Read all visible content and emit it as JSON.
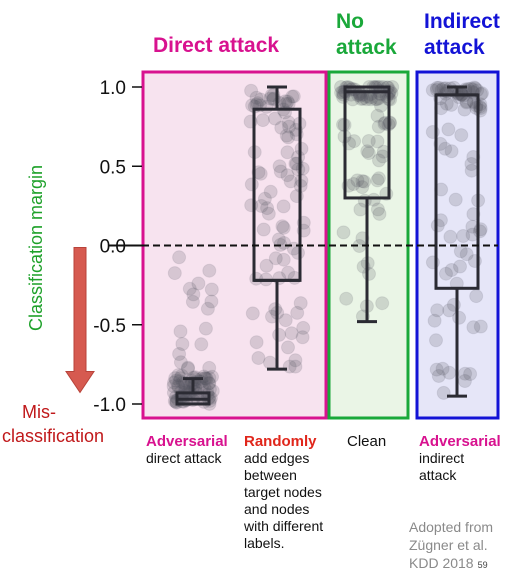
{
  "chart_data": {
    "type": "box",
    "title": "",
    "ylabel": "Classification margin",
    "ylim": [
      -1.1,
      1.1
    ],
    "yticks": [
      1.0,
      0.5,
      0.0,
      -0.5,
      -1.0
    ],
    "ytick_labels": [
      "1.0",
      "0.5",
      "0.0",
      "-0.5",
      "-1.0"
    ],
    "reference_line_y": 0.0,
    "groups": [
      {
        "label": "Direct attack",
        "color": "#d8128f",
        "fill": "#f7e3ef"
      },
      {
        "label": "No attack",
        "color": "#1aa83a",
        "fill": "#eaf5e6"
      },
      {
        "label": "Indirect attack",
        "color": "#1313d6",
        "fill": "#e6e6f8"
      }
    ],
    "categories": [
      {
        "head": "Adversarial",
        "head_color": "#d8128f",
        "desc": [
          "direct attack"
        ],
        "group": 0,
        "whisker_low": -1.0,
        "q1": -1.0,
        "median": -0.97,
        "q3": -0.93,
        "whisker_high": -0.84
      },
      {
        "head": "Randomly",
        "head_color": "#e0261b",
        "desc": [
          "add edges",
          "between",
          "target nodes",
          "and nodes",
          "with different",
          "labels."
        ],
        "group": 0,
        "whisker_low": -0.78,
        "q1": -0.22,
        "median": -0.22,
        "q3": 0.86,
        "whisker_high": 1.0
      },
      {
        "head": "Clean",
        "head_color": "#111111",
        "desc": [],
        "group": 1,
        "whisker_low": -0.48,
        "q1": 0.3,
        "median": 0.97,
        "q3": 1.0,
        "whisker_high": 1.0
      },
      {
        "head": "Adversarial",
        "head_color": "#d8128f",
        "desc": [
          "indirect",
          "attack"
        ],
        "group": 2,
        "whisker_low": -0.95,
        "q1": -0.27,
        "median": 0.95,
        "q3": 0.95,
        "whisker_high": 1.0
      }
    ]
  },
  "annotations": {
    "misclassification": [
      "Mis-",
      "classification"
    ],
    "misclassification_color": "#c0181a",
    "axis_label_color": "#1ea12a",
    "arrow_color": "#d65a50"
  },
  "credit": {
    "lines": [
      "Adopted from",
      "Zügner et al.",
      "KDD 2018"
    ],
    "page": "59"
  }
}
